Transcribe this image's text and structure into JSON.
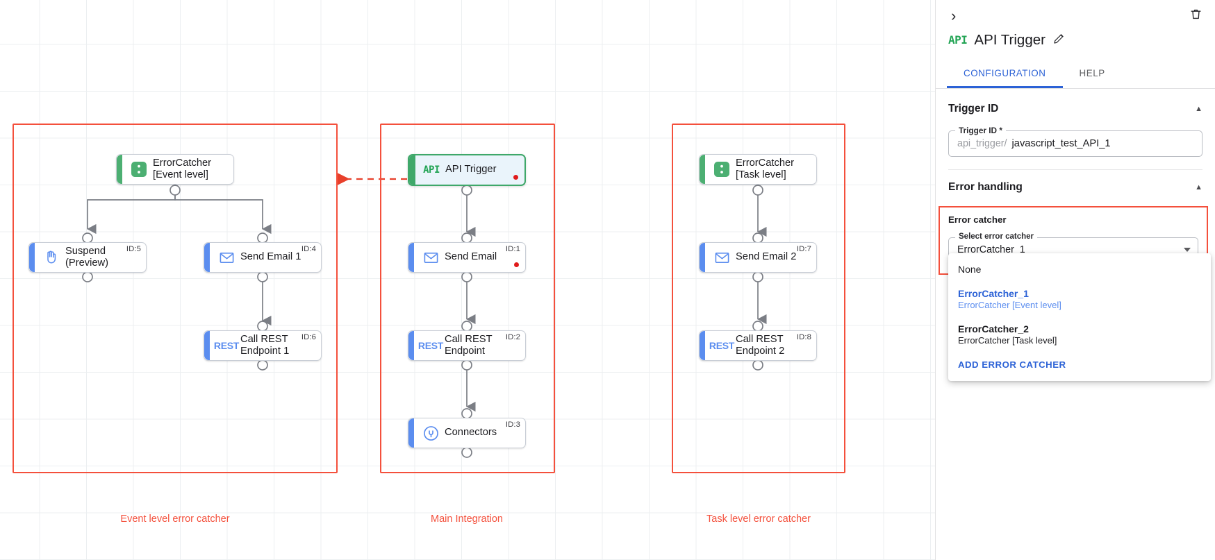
{
  "canvas": {
    "groups": [
      {
        "label": "Event level error catcher"
      },
      {
        "label": "Main Integration"
      },
      {
        "label": "Task level error catcher"
      }
    ],
    "nodes": [
      {
        "label": "ErrorCatcher\n[Event level]",
        "id_badge": "",
        "icon": "error-catcher-icon"
      },
      {
        "label": "Suspend\n(Preview)",
        "id_badge": "ID:5",
        "icon": "hand-icon"
      },
      {
        "label": "Send Email 1",
        "id_badge": "ID:4",
        "icon": "envelope-icon"
      },
      {
        "label": "Call REST\nEndpoint 1",
        "id_badge": "ID:6",
        "icon": "rest-icon"
      },
      {
        "label": "API Trigger",
        "id_badge": "",
        "icon": "api-icon"
      },
      {
        "label": "Send Email",
        "id_badge": "ID:1",
        "icon": "envelope-icon"
      },
      {
        "label": "Call REST\nEndpoint",
        "id_badge": "ID:2",
        "icon": "rest-icon"
      },
      {
        "label": "Connectors",
        "id_badge": "ID:3",
        "icon": "connectors-icon"
      },
      {
        "label": "ErrorCatcher\n[Task level]",
        "id_badge": "",
        "icon": "error-catcher-icon"
      },
      {
        "label": "Send Email 2",
        "id_badge": "ID:7",
        "icon": "envelope-icon"
      },
      {
        "label": "Call REST\nEndpoint 2",
        "id_badge": "ID:8",
        "icon": "rest-icon"
      }
    ],
    "icon_text": {
      "rest": "REST",
      "api": "API"
    }
  },
  "panel": {
    "collapse_icon": "chevron-right-icon",
    "delete_icon": "trash-icon",
    "title": "API Trigger",
    "edit_icon": "pencil-icon",
    "tabs": [
      {
        "label": "CONFIGURATION",
        "active": true
      },
      {
        "label": "HELP",
        "active": false
      }
    ],
    "trigger_section": {
      "title": "Trigger ID",
      "field_legend": "Trigger ID *",
      "prefix": "api_trigger/",
      "value": "javascript_test_API_1"
    },
    "error_section": {
      "title": "Error handling",
      "catcher_label": "Error catcher",
      "select_legend": "Select error catcher",
      "selected": "ErrorCatcher_1",
      "options": [
        {
          "name": "None",
          "sub": ""
        },
        {
          "name": "ErrorCatcher_1",
          "sub": "ErrorCatcher [Event level]"
        },
        {
          "name": "ErrorCatcher_2",
          "sub": "ErrorCatcher [Task level]"
        }
      ],
      "add_label": "ADD ERROR CATCHER"
    }
  },
  "colors": {
    "accent_blue": "#2c62d6",
    "group_red": "#f4503c",
    "node_blue": "#5b8def",
    "node_green": "#4caf72"
  }
}
